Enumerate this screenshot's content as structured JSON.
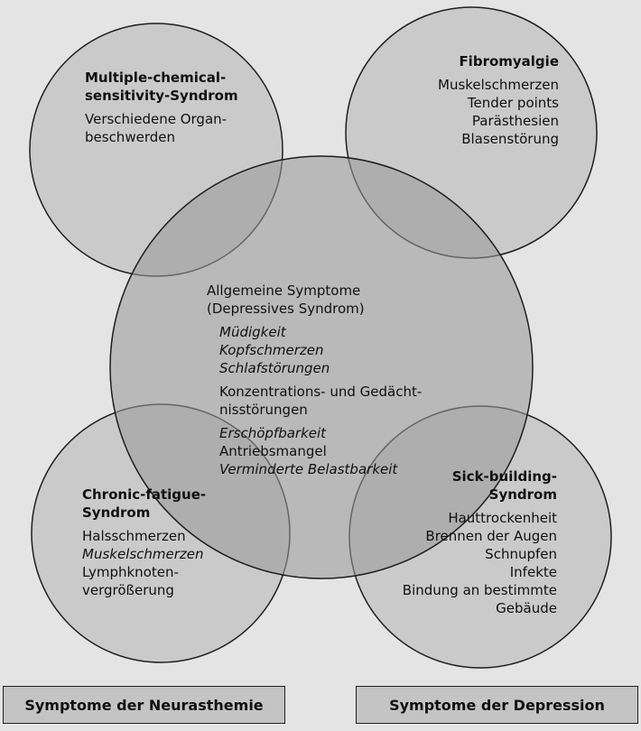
{
  "mcs": {
    "title_l1": "Multiple-chemical-",
    "title_l2": "sensitivity-Syndrom",
    "body_l1": "Verschiedene Organ-",
    "body_l2": "beschwerden"
  },
  "fibro": {
    "title": "Fibromyalgie",
    "items": [
      "Muskelschmerzen",
      "Tender points",
      "Parästhesien",
      "Blasenstörung"
    ]
  },
  "center": {
    "title_l1": "Allgemeine Symptome",
    "title_l2": "(Depressives Syndrom)",
    "italic1": [
      "Müdigkeit",
      "Kopfschmerzen",
      "Schlafstörungen"
    ],
    "konz_l1": "Konzentrations- und Gedächt-",
    "konz_l2": "nisstörungen",
    "italic2": "Erschöpfbarkeit",
    "normal": "Antriebsmangel",
    "italic3": "Verminderte Belastbarkeit"
  },
  "cfs": {
    "title_l1": "Chronic-fatigue-",
    "title_l2": "Syndrom",
    "item1": "Halsschmerzen",
    "item2_italic": "Muskelschmerzen",
    "item3_l1": "Lymphknoten-",
    "item3_l2": "vergrößerung"
  },
  "sbs": {
    "title_l1": "Sick-building-",
    "title_l2": "Syndrom",
    "items": [
      "Hauttrockenheit",
      "Brennen der Augen",
      "Schnupfen",
      "Infekte",
      "Bindung an bestimmte",
      "Gebäude"
    ]
  },
  "legend": {
    "left": "Symptome der Neurasthemie",
    "right": "Symptome der Depression"
  },
  "colors": {
    "background": "#e4e4e4",
    "circle_fill": "#9a9a9a",
    "circle_stroke": "#1e1e1e",
    "legend_fill": "#c4c4c4"
  }
}
